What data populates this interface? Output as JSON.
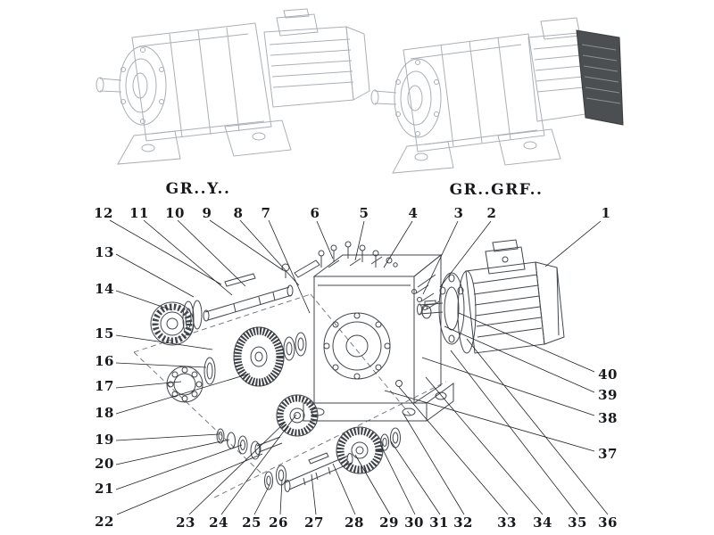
{
  "figure": {
    "left_model_label": "GR..Y..",
    "right_model_label": "GR..GRF.."
  },
  "callouts": {
    "top": [
      "12",
      "11",
      "10",
      "9",
      "8",
      "7",
      "6",
      "5",
      "4",
      "3",
      "2",
      "1"
    ],
    "left": [
      "13",
      "14",
      "15",
      "16",
      "17",
      "18",
      "19",
      "20",
      "21",
      "22"
    ],
    "bottom": [
      "23",
      "24",
      "25",
      "26",
      "27",
      "28",
      "29",
      "30",
      "31",
      "32",
      "33",
      "34",
      "35",
      "36"
    ],
    "right": [
      "40",
      "39",
      "38",
      "37"
    ]
  },
  "colors": {
    "line_art_light": "#aab0b6",
    "line_art_dark": "#41464c",
    "fan_cover_fill": "#4c4f52",
    "background": "#ffffff"
  }
}
